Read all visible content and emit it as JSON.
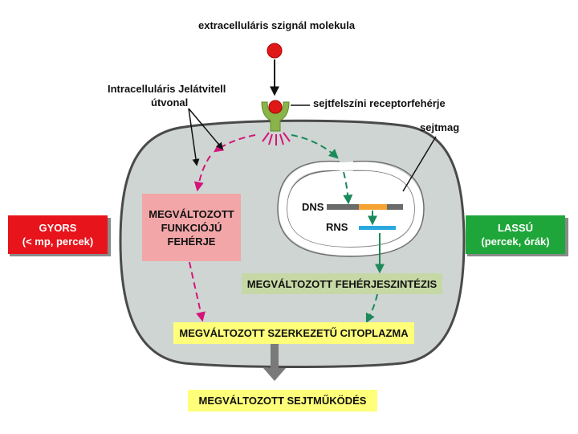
{
  "labels": {
    "signal_molecule": "extracelluláris  szignál  molekula",
    "intracellular_pathway_line1": "Intracelluláris  Jelátvitell",
    "intracellular_pathway_line2": "útvonal",
    "receptor": "sejtfelszíni  receptorfehérje",
    "nucleus": "sejtmag",
    "dna": "DNS",
    "rna": "RNS"
  },
  "boxes": {
    "fast": {
      "line1": "GYORS",
      "line2": "(< mp, percek)"
    },
    "slow": {
      "line1": "LASSÚ",
      "line2": "(percek, órák)"
    },
    "altered_protein": {
      "line1": "MEGVÁLTOZOTT",
      "line2": "FUNKCIÓJÚ",
      "line3": "FEHÉRJE"
    },
    "protein_synthesis": "MEGVÁLTOZOTT  FEHÉRJESZINTÉZIS",
    "cytoplasm": "MEGVÁLTOZOTT  SZERKEZETŰ  CITOPLAZMA",
    "cell_function": "MEGVÁLTOZOTT  SEJTMŰKÖDÉS"
  },
  "colors": {
    "cell_fill": "#cfd5d2",
    "cell_border": "#4a4a4a",
    "fast_red": "#e8141b",
    "slow_green": "#1fa63a",
    "pink_box": "#f2a6a8",
    "green_box": "#c6d8a5",
    "yellow_box": "#ffff7a",
    "magenta_arrow": "#d4147a",
    "green_arrow": "#1a8a5a",
    "receptor_green": "#8ab44a",
    "signal_red": "#e01818",
    "dna_orange": "#f5a431",
    "rna_blue": "#2aa8e0"
  }
}
